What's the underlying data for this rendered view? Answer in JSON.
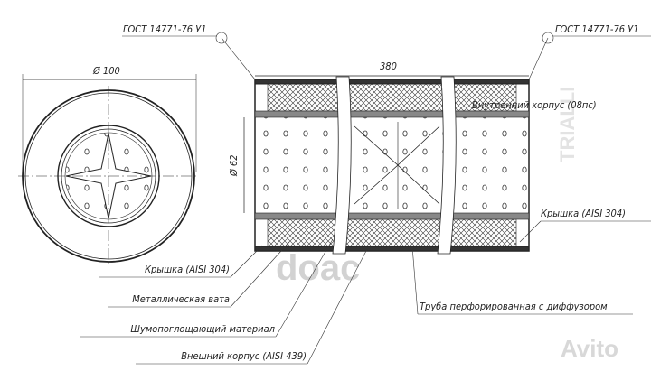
{
  "labels": {
    "gost_left": "ГОСТ 14771-76 У1",
    "gost_right": "ГОСТ 14771-76 У1",
    "dim_length": "380",
    "dim_outer_diameter": "Ø 100",
    "dim_inner_diameter": "Ø 62",
    "inner_body": "Внутренний корпус (08пс)",
    "cap_right": "Крышка (AISI 304)",
    "cap_left": "Крышка (AISI 304)",
    "metal_wool": "Металлическая вата",
    "sound_absorbing": "Шумопоглощающий материал",
    "outer_body": "Внешний корпус (AISI 439)",
    "perforated_pipe": "Труба перфорированная с диффузором"
  },
  "watermarks": {
    "brand": "TRIALLI",
    "store": "doac",
    "marketplace": "Avito"
  },
  "colors": {
    "line": "#222222",
    "watermark": "#c8c8c8"
  }
}
